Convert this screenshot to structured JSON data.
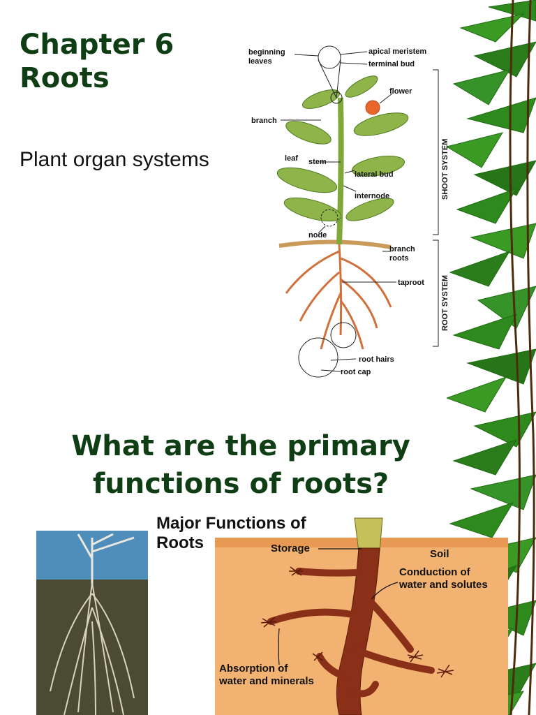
{
  "slide1": {
    "title_line1": "Chapter 6",
    "title_line2": "Roots",
    "subtitle": "Plant organ systems",
    "diagram_labels": {
      "beginning_leaves_1": "beginning",
      "beginning_leaves_2": "leaves",
      "apical_meristem": "apical meristem",
      "terminal_bud": "terminal bud",
      "flower": "flower",
      "branch": "branch",
      "leaf": "leaf",
      "stem": "stem",
      "lateral_bud": "lateral bud",
      "internode": "internode",
      "node": "node",
      "shoot_system": "SHOOT SYSTEM",
      "branch_roots_1": "branch",
      "branch_roots_2": "roots",
      "taproot": "taproot",
      "root_system": "ROOT SYSTEM",
      "root_hairs": "root hairs",
      "root_cap": "root cap"
    }
  },
  "slide2": {
    "question_line1": "What are the primary",
    "question_line2": "functions of roots?",
    "functions_title_1": "Major Functions of",
    "functions_title_2": "Roots",
    "labels": {
      "storage": "Storage",
      "soil": "Soil",
      "conduction_1": "Conduction of",
      "conduction_2": "water and solutes",
      "absorption_1": "Absorption of",
      "absorption_2": "water and minerals"
    }
  },
  "colors": {
    "title_green": "#0f3d14",
    "bamboo_green": "#2f8a1e",
    "soil_orange": "#f2b272",
    "root_brown": "#7a2a16"
  }
}
